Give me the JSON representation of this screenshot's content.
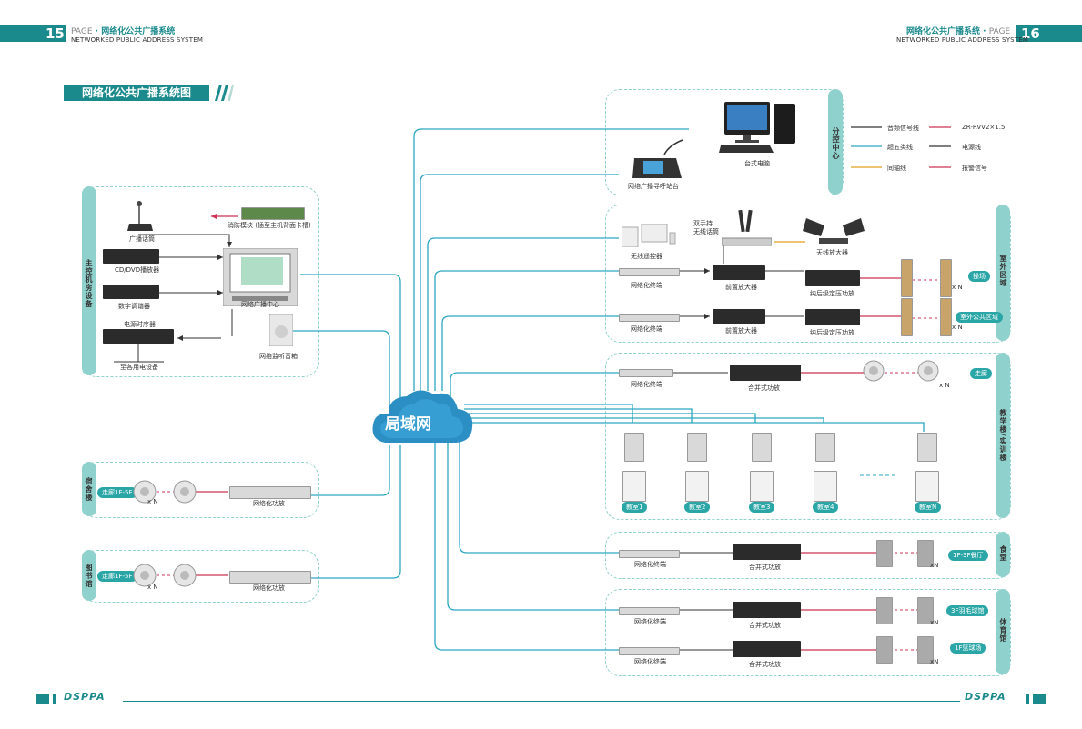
{
  "header": {
    "left_page": "15",
    "left_page_label": "PAGE",
    "left_title_cn": "网络化公共广播系统",
    "left_title_en": "NETWORKED PUBLIC ADDRESS SYSTEM",
    "right_page": "16",
    "right_page_label": "PAGE",
    "right_title_cn": "网络化公共广播系统",
    "right_title_en": "NETWORKED PUBLIC ADDRESS SYSTEM"
  },
  "diagram_title": "网络化公共广播系统图",
  "center_label": "局域网",
  "legend": {
    "audio": "音频信号线",
    "cat5": "超五类线",
    "coax": "同轴线",
    "zr": "ZR-RVV2×1.5",
    "power": "电源线",
    "alarm": "报警信号",
    "colors": {
      "audio": "#333333",
      "cat5": "#2aa6c0",
      "coax": "#e0a020",
      "zr": "#cc3355",
      "power": "#333333",
      "alarm": "#cc3355"
    }
  },
  "zones": {
    "control_center": {
      "title": "分控中心",
      "pc": "台式电脑",
      "paging": "网络广播寻呼站台"
    },
    "main_room": {
      "title": "主控机房设备",
      "mic": "广播话筒",
      "fire": "消防模块 (插至主机背面卡槽)",
      "cd": "CD/DVD播放器",
      "tuner": "数字调谐器",
      "sequencer": "电源时序器",
      "to_power": "至各用电设备",
      "center": "网络广播中心",
      "monitor": "网络监听音箱"
    },
    "outdoor": {
      "title": "室外区域",
      "remote": "无线遥控器",
      "wmic": "双手持\n无线话筒",
      "antenna": "天线放大器",
      "terminal1": "网络化终端",
      "pre1": "前置放大器",
      "amp1": "纯后级定压功放",
      "badge1": "操场",
      "terminal2": "网络化终端",
      "pre2": "前置放大器",
      "amp2": "纯后级定压功放",
      "badge2": "室外公共区域",
      "xn": "x N"
    },
    "teaching": {
      "title": "教学楼/实训楼",
      "terminal": "网络化终端",
      "amp": "合并式功放",
      "badge": "走廊",
      "xn": "x N",
      "rooms": [
        "教室1",
        "教室2",
        "教室3",
        "教室4",
        "教室N"
      ]
    },
    "canteen": {
      "title": "食堂",
      "terminal": "网络化终端",
      "amp": "合并式功放",
      "badge": "1F-3F餐厅",
      "xn": "xN"
    },
    "gym": {
      "title": "体育馆",
      "terminal1": "网络化终端",
      "amp1": "合并式功放",
      "badge1": "3F羽毛球馆",
      "terminal2": "网络化终端",
      "amp2": "合并式功放",
      "badge2": "1F篮球场",
      "xn": "xN"
    },
    "dorm": {
      "title": "宿舍楼",
      "badge": "走廊1F-5F",
      "amp": "网络化功放",
      "xn": "x N"
    },
    "library": {
      "title": "图书馆",
      "badge": "走廊1F-5F",
      "amp": "网络化功放",
      "xn": "x N"
    }
  },
  "footer": {
    "logo": "DSPPA"
  }
}
